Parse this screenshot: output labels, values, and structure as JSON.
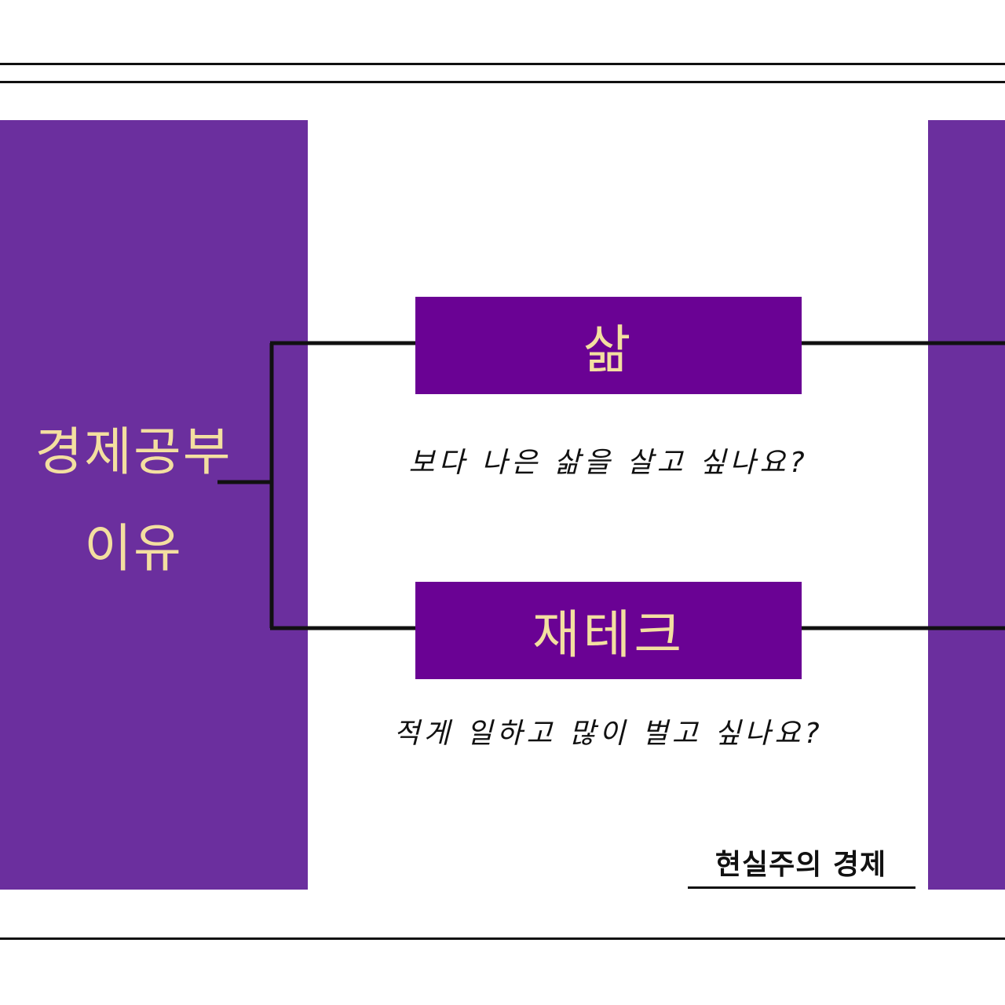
{
  "left_panel": {
    "title_line1": "경제공부",
    "title_line2": "이유"
  },
  "branches": [
    {
      "label": "삶",
      "question": "보다 나은 삶을 살고 싶나요?"
    },
    {
      "label": "재테크",
      "question": "적게 일하고 많이 벌고 싶나요?"
    }
  ],
  "brand": "현실주의 경제",
  "colors": {
    "panel": "#6b2f9e",
    "box": "#6a0294",
    "title_text": "#f3dfa0",
    "line": "#111111"
  }
}
